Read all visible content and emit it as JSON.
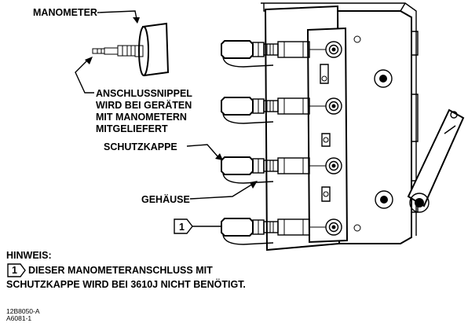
{
  "labels": {
    "manometer": "MANOMETER",
    "nipple_line1": "ANSCHLUSSNIPPEL",
    "nipple_line2": "WIRD BEI GERÄTEN",
    "nipple_line3": "MIT MANOMETERN",
    "nipple_line4": "MITGELIEFERT",
    "cap": "SCHUTZKAPPE",
    "housing": "GEHÄUSE",
    "callout_number": "1"
  },
  "note": {
    "heading": "HINWEIS:",
    "callout_number": "1",
    "line1": "DIESER MANOMETERANSCHLUSS MIT",
    "line2": "SCHUTZKAPPE WIRD BEI 3610J NICHT BENÖTIGT."
  },
  "codes": {
    "line1": "12B8050-A",
    "line2": "A6081-1"
  }
}
